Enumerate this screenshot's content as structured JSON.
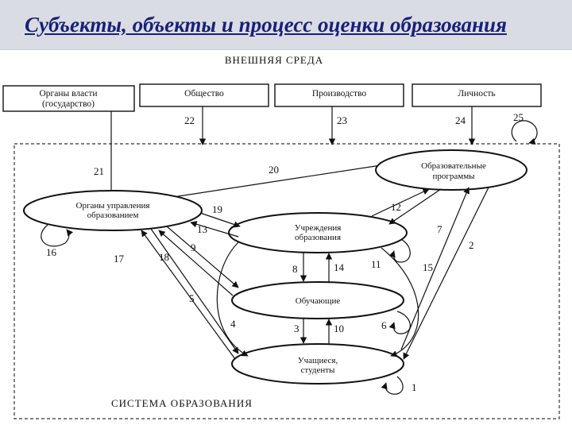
{
  "title": "Субъекты, объекты и процесс оценки образования",
  "external_env_label": "ВНЕШНЯЯ СРЕДА",
  "system_label": "СИСТЕМА ОБРАЗОВАНИЯ",
  "boxes": {
    "authorities_line1": "Органы власти",
    "authorities_line2": "(государство)",
    "society": "Общество",
    "production": "Производство",
    "personality": "Личность"
  },
  "ellipses": {
    "programs_line1": "Образовательные",
    "programs_line2": "программы",
    "management_line1": "Органы управления",
    "management_line2": "образованием",
    "institutions_line1": "Учреждения",
    "institutions_line2": "образования",
    "teachers": "Обучающие",
    "students_line1": "Учащиеся,",
    "students_line2": "студенты"
  },
  "numbers": {
    "n1": "1",
    "n2": "2",
    "n3": "3",
    "n4": "4",
    "n5": "5",
    "n6": "6",
    "n7": "7",
    "n8": "8",
    "n9": "9",
    "n10": "10",
    "n11": "11",
    "n12": "12",
    "n13": "13",
    "n14": "14",
    "n15": "15",
    "n16": "16",
    "n17": "17",
    "n18": "18",
    "n19": "19",
    "n20": "20",
    "n21": "21",
    "n22": "22",
    "n23": "23",
    "n24": "24",
    "n25": "25"
  }
}
